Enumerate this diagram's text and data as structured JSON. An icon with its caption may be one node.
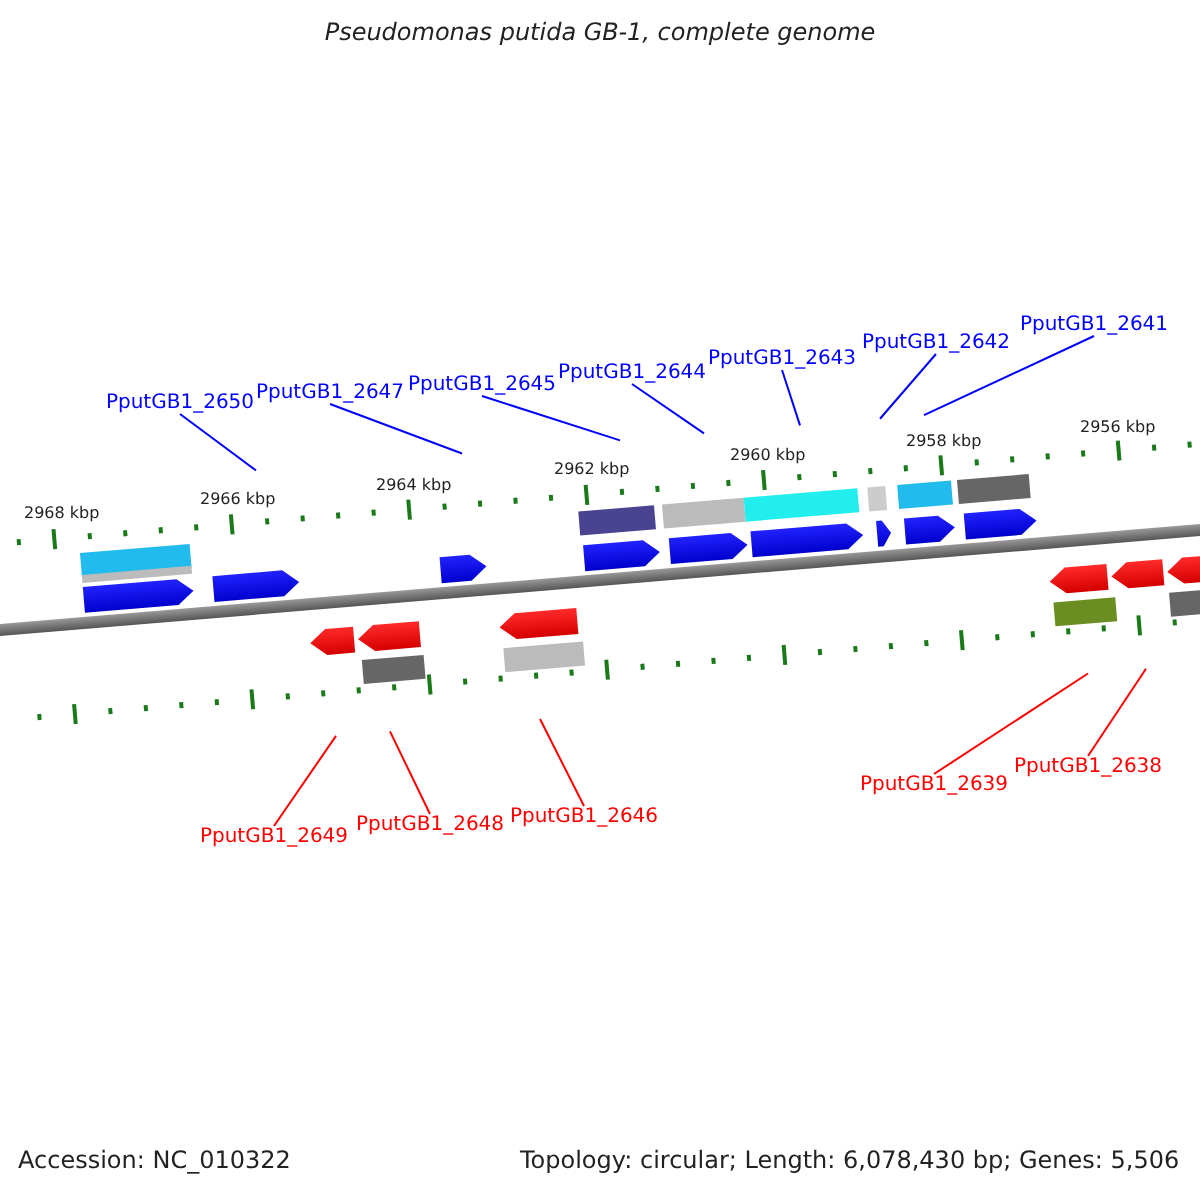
{
  "diagram": {
    "title": "Pseudomonas putida GB-1, complete genome",
    "nodes": [
      {
        "text": [
          "PputGB1_2650"
        ]
      },
      {
        "text": [
          "PputGB1_2647"
        ]
      },
      {
        "text": [
          "PputGB1_2645"
        ]
      },
      {
        "text": [
          "PputGB1_2644"
        ]
      },
      {
        "text": [
          "PputGB1_2643"
        ]
      },
      {
        "text": [
          "PputGB1_2642"
        ]
      },
      {
        "text": [
          "PputGB1_2641"
        ]
      },
      {
        "text": [
          "PputGB1_2649"
        ]
      },
      {
        "text": [
          "PputGB1_2648"
        ]
      },
      {
        "text": [
          "PputGB1_2646"
        ]
      },
      {
        "text": [
          "PputGB1_2639"
        ]
      },
      {
        "text": [
          "PputGB1_2638"
        ]
      }
    ],
    "edges": [
      {
        "from": 0,
        "to": null,
        "arrow": "none"
      },
      {
        "from": 1,
        "to": null,
        "arrow": "none"
      },
      {
        "from": 2,
        "to": null,
        "arrow": "none"
      },
      {
        "from": 3,
        "to": null,
        "arrow": "none"
      },
      {
        "from": 4,
        "to": null,
        "arrow": "none"
      },
      {
        "from": 5,
        "to": null,
        "arrow": "none"
      },
      {
        "from": 6,
        "to": null,
        "arrow": "none"
      },
      {
        "from": 7,
        "to": null,
        "arrow": "none",
        "color": "#ff0000"
      },
      {
        "from": 8,
        "to": null,
        "arrow": "none",
        "color": "#ff0000"
      },
      {
        "from": 9,
        "to": null,
        "arrow": "none",
        "color": "#ff0000"
      },
      {
        "from": 10,
        "to": null,
        "arrow": "none",
        "color": "#ff0000"
      },
      {
        "from": 11,
        "to": null,
        "arrow": "none",
        "color": "#ff0000"
      }
    ],
    "labels": [
      "2968 kbp",
      "2966 kbp",
      "2964 kbp",
      "2962 kbp",
      "2960 kbp",
      "2958 kbp",
      "2956 kbp",
      "Accession: NC_010322",
      "Topology: circular; Length: 6,078,430 bp; Genes: 5,506"
    ]
  }
}
